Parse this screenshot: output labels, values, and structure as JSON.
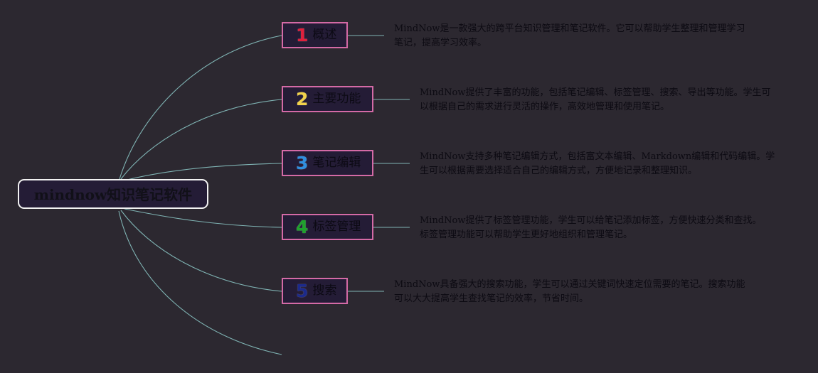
{
  "mindmap": {
    "root": {
      "label": "mindnow知识笔记软件"
    },
    "topics": [
      {
        "number": "1",
        "label": "概述",
        "number_color": "#e0203c",
        "description": "MindNow是一款强大的跨平台知识管理和笔记软件。它可以帮助学生整理和管理学习笔记，提高学习效率。"
      },
      {
        "number": "2",
        "label": "主要功能",
        "number_color": "#f2d24a",
        "description": "MindNow提供了丰富的功能，包括笔记编辑、标签管理、搜索、导出等功能。学生可以根据自己的需求进行灵活的操作，高效地管理和使用笔记。"
      },
      {
        "number": "3",
        "label": "笔记编辑",
        "number_color": "#2f8fe0",
        "description": "MindNow支持多种笔记编辑方式，包括富文本编辑、Markdown编辑和代码编辑。学生可以根据需要选择适合自己的编辑方式，方便地记录和整理知识。"
      },
      {
        "number": "4",
        "label": "标签管理",
        "number_color": "#1fa32c",
        "description": "MindNow提供了标签管理功能，学生可以给笔记添加标签，方便快速分类和查找。标签管理功能可以帮助学生更好地组织和管理笔记。"
      },
      {
        "number": "5",
        "label": "搜索",
        "number_color": "#1c2a8c",
        "description": "MindNow具备强大的搜索功能，学生可以通过关键词快速定位需要的笔记。搜索功能可以大大提高学生查找笔记的效率，节省时间。"
      }
    ]
  },
  "colors": {
    "background": "#2c2830",
    "connector": "#7fb3b3",
    "topic_border": "#d46aa6",
    "topic_fill": "#241c36",
    "root_border": "#f2f2f2"
  }
}
